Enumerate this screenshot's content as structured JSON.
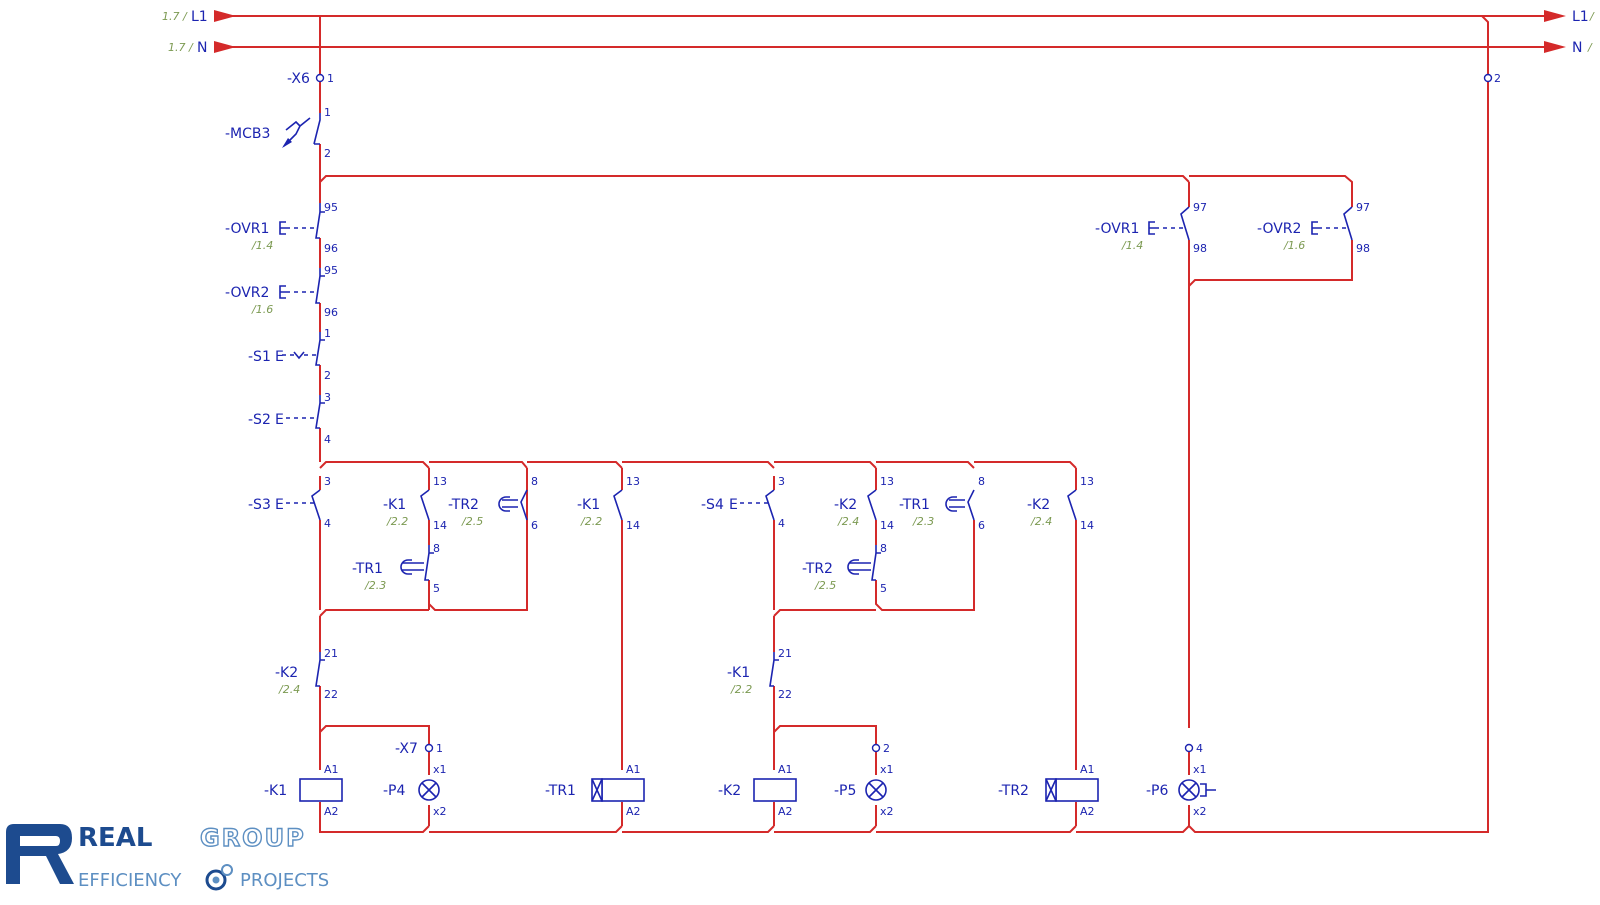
{
  "rails": {
    "l1_left_label": "L1",
    "n_left_label": "N",
    "l1_left_ref": "1.7 /",
    "n_left_ref": "1.7 /",
    "l1_right_label": "L1",
    "n_right_label": "N",
    "l1_right_ref": "/",
    "n_right_ref": "/"
  },
  "components": {
    "x6": {
      "label": "-X6",
      "pin_top": "1",
      "pin_right": "2"
    },
    "mcb3": {
      "label": "-MCB3",
      "pin_a": "1",
      "pin_b": "2"
    },
    "ovr1_left": {
      "label": "-OVR1",
      "ref": "/1.4",
      "pin_a": "95",
      "pin_b": "96"
    },
    "ovr2_left": {
      "label": "-OVR2",
      "ref": "/1.6",
      "pin_a": "95",
      "pin_b": "96"
    },
    "ovr1_right": {
      "label": "-OVR1",
      "ref": "/1.4",
      "pin_a": "97",
      "pin_b": "98"
    },
    "ovr2_right": {
      "label": "-OVR2",
      "ref": "/1.6",
      "pin_a": "97",
      "pin_b": "98"
    },
    "s1": {
      "label": "-S1",
      "pin_a": "1",
      "pin_b": "2"
    },
    "s2": {
      "label": "-S2",
      "pin_a": "3",
      "pin_b": "4"
    },
    "s3": {
      "label": "-S3",
      "pin_a": "3",
      "pin_b": "4"
    },
    "s4": {
      "label": "-S4",
      "pin_a": "3",
      "pin_b": "4"
    },
    "k1_hold": {
      "label": "-K1",
      "ref": "/2.2",
      "pin_a": "13",
      "pin_b": "14"
    },
    "tr2_c1": {
      "label": "-TR2",
      "ref": "/2.5",
      "pin_a": "8",
      "pin_b": "6"
    },
    "tr1_c1": {
      "label": "-TR1",
      "ref": "/2.3",
      "pin_a": "8",
      "pin_b": "5"
    },
    "k1_tr": {
      "label": "-K1",
      "ref": "/2.2",
      "pin_a": "13",
      "pin_b": "14"
    },
    "k2_hold": {
      "label": "-K2",
      "ref": "/2.4",
      "pin_a": "13",
      "pin_b": "14"
    },
    "tr1_c2": {
      "label": "-TR1",
      "ref": "/2.3",
      "pin_a": "8",
      "pin_b": "6"
    },
    "tr2_c2": {
      "label": "-TR2",
      "ref": "/2.5",
      "pin_a": "8",
      "pin_b": "5"
    },
    "k2_tr": {
      "label": "-K2",
      "ref": "/2.4",
      "pin_a": "13",
      "pin_b": "14"
    },
    "k2_int": {
      "label": "-K2",
      "ref": "/2.4",
      "pin_a": "21",
      "pin_b": "22"
    },
    "k1_int": {
      "label": "-K1",
      "ref": "/2.2",
      "pin_a": "21",
      "pin_b": "22"
    },
    "x7": {
      "label": "-X7",
      "pin_1": "1",
      "pin_2": "2",
      "pin_4": "4"
    },
    "coil_k1": {
      "label": "-K1",
      "pin_a": "A1",
      "pin_b": "A2"
    },
    "coil_tr1": {
      "label": "-TR1",
      "pin_a": "A1",
      "pin_b": "A2"
    },
    "coil_k2": {
      "label": "-K2",
      "pin_a": "A1",
      "pin_b": "A2"
    },
    "coil_tr2": {
      "label": "-TR2",
      "pin_a": "A1",
      "pin_b": "A2"
    },
    "p4": {
      "label": "-P4",
      "pin_a": "x1",
      "pin_b": "x2"
    },
    "p5": {
      "label": "-P5",
      "pin_a": "x1",
      "pin_b": "x2"
    },
    "p6": {
      "label": "-P6",
      "pin_a": "x1",
      "pin_b": "x2"
    }
  },
  "logo": {
    "word_mark": "REAL",
    "group": "GROUP",
    "tagline_left": "EFFICIENCY",
    "tagline_right": "PROJECTS"
  },
  "colors": {
    "wire": "#d42a2a",
    "symbol": "#1c24b0",
    "reference": "#7c9a52",
    "logo_dark": "#1d4b8f",
    "logo_light": "#5d8fc2"
  }
}
